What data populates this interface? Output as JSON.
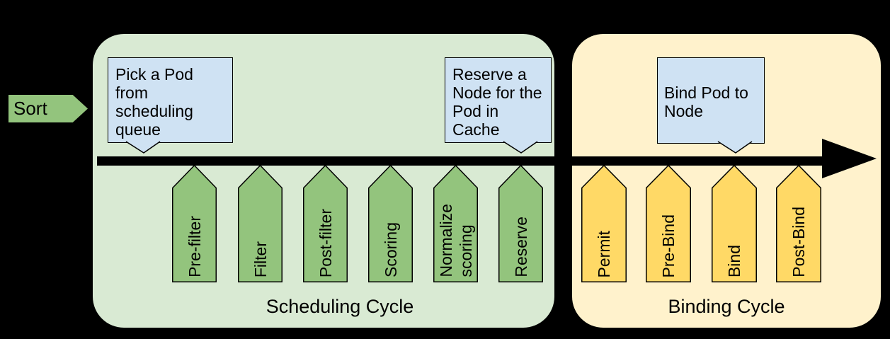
{
  "sort": {
    "label": "Sort"
  },
  "scheduling": {
    "title": "Scheduling Cycle",
    "stages": [
      "Pre-filter",
      "Filter",
      "Post-filter",
      "Scoring",
      "Normalize\nscoring",
      "Reserve"
    ]
  },
  "binding": {
    "title": "Binding Cycle",
    "stages": [
      "Permit",
      "Pre-Bind",
      "Bind",
      "Post-Bind"
    ]
  },
  "callouts": [
    {
      "text": "Pick a Pod from\nscheduling\nqueue"
    },
    {
      "text": "Reserve a\nNode for the\nPod in Cache"
    },
    {
      "text": "Bind Pod to\nNode"
    }
  ],
  "colors": {
    "canvas_bg": "#000000",
    "scheduling_bg": "#d9ead3",
    "scheduling_stage": "#93c47d",
    "binding_bg": "#fff2cc",
    "binding_stage": "#ffd966",
    "callout_bg": "#cfe2f3",
    "arrow_black": "#000000",
    "text": "#000000"
  }
}
